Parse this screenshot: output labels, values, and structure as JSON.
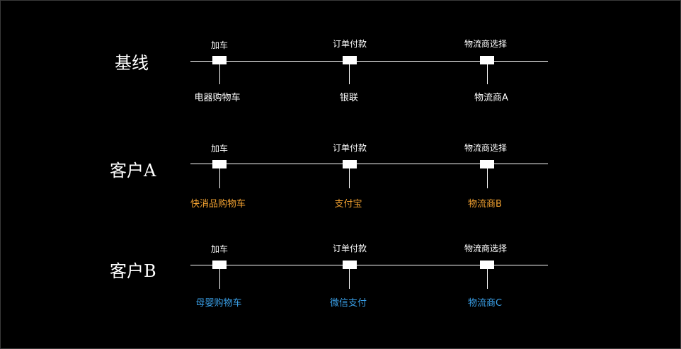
{
  "colors": {
    "background": "#000000",
    "line": "#ffffff",
    "baseline_text": "#ffffff",
    "customer_a_text": "#f0a030",
    "customer_b_text": "#3aa0e8"
  },
  "rows": [
    {
      "label": "基线",
      "value_color": "#ffffff",
      "steps": [
        {
          "title": "加车",
          "value": "电器购物车"
        },
        {
          "title": "订单付款",
          "value": "银联"
        },
        {
          "title": "物流商选择",
          "value": "物流商A"
        }
      ]
    },
    {
      "label": "客户A",
      "value_color": "#f0a030",
      "steps": [
        {
          "title": "加车",
          "value": "快消品购物车"
        },
        {
          "title": "订单付款",
          "value": "支付宝"
        },
        {
          "title": "物流商选择",
          "value": "物流商B"
        }
      ]
    },
    {
      "label": "客户B",
      "value_color": "#3aa0e8",
      "steps": [
        {
          "title": "加车",
          "value": "母婴购物车"
        },
        {
          "title": "订单付款",
          "value": "微信支付"
        },
        {
          "title": "物流商选择",
          "value": "物流商C"
        }
      ]
    }
  ]
}
